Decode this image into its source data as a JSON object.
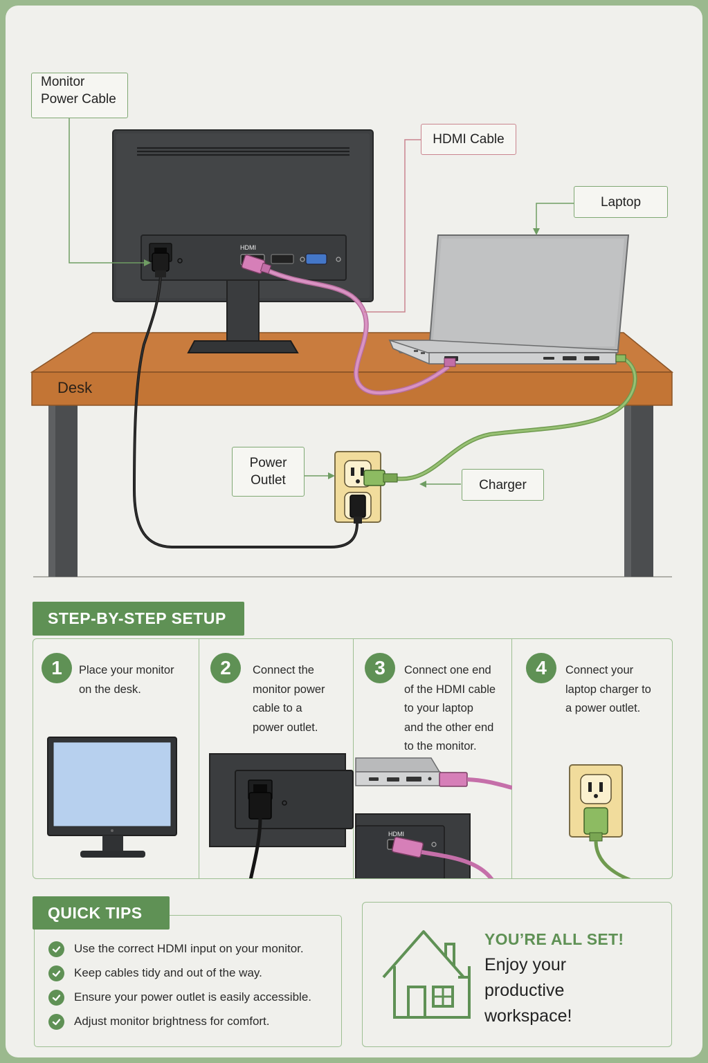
{
  "diagram": {
    "callouts": {
      "monitor_power_cable": [
        "Monitor",
        "Power Cable"
      ],
      "hdmi_cable": "HDMI Cable",
      "laptop": "Laptop",
      "power_outlet": [
        "Power",
        "Outlet"
      ],
      "charger": "Charger"
    },
    "desk_label": "Desk",
    "port_label": "HDMI",
    "colors": {
      "accent": "#5f9155",
      "hdmi": "#cf86b8",
      "charger": "#86b064",
      "desk": "#c97c3e"
    }
  },
  "steps": {
    "title": "STEP-BY-STEP SETUP",
    "items": [
      {
        "num": "1",
        "lines": [
          "Place your monitor",
          "on the desk."
        ]
      },
      {
        "num": "2",
        "lines": [
          "Connect the",
          "monitor power",
          "cable to a",
          "power outlet."
        ]
      },
      {
        "num": "3",
        "lines": [
          "Connect one end",
          "of the HDMI cable",
          "to your laptop",
          "and the other end",
          "to the monitor."
        ],
        "port_label": "HDMI"
      },
      {
        "num": "4",
        "lines": [
          "Connect your",
          "laptop charger to",
          "a power outlet."
        ]
      }
    ]
  },
  "tips": {
    "title": "QUICK TIPS",
    "items": [
      "Use the correct HDMI input on your monitor.",
      "Keep cables tidy and out of the way.",
      "Ensure your power outlet is easily accessible.",
      "Adjust monitor brightness for comfort."
    ]
  },
  "done": {
    "title": "YOU’RE ALL SET!",
    "lines": [
      "Enjoy your",
      "productive",
      "workspace!"
    ],
    "icon": "house-icon"
  }
}
